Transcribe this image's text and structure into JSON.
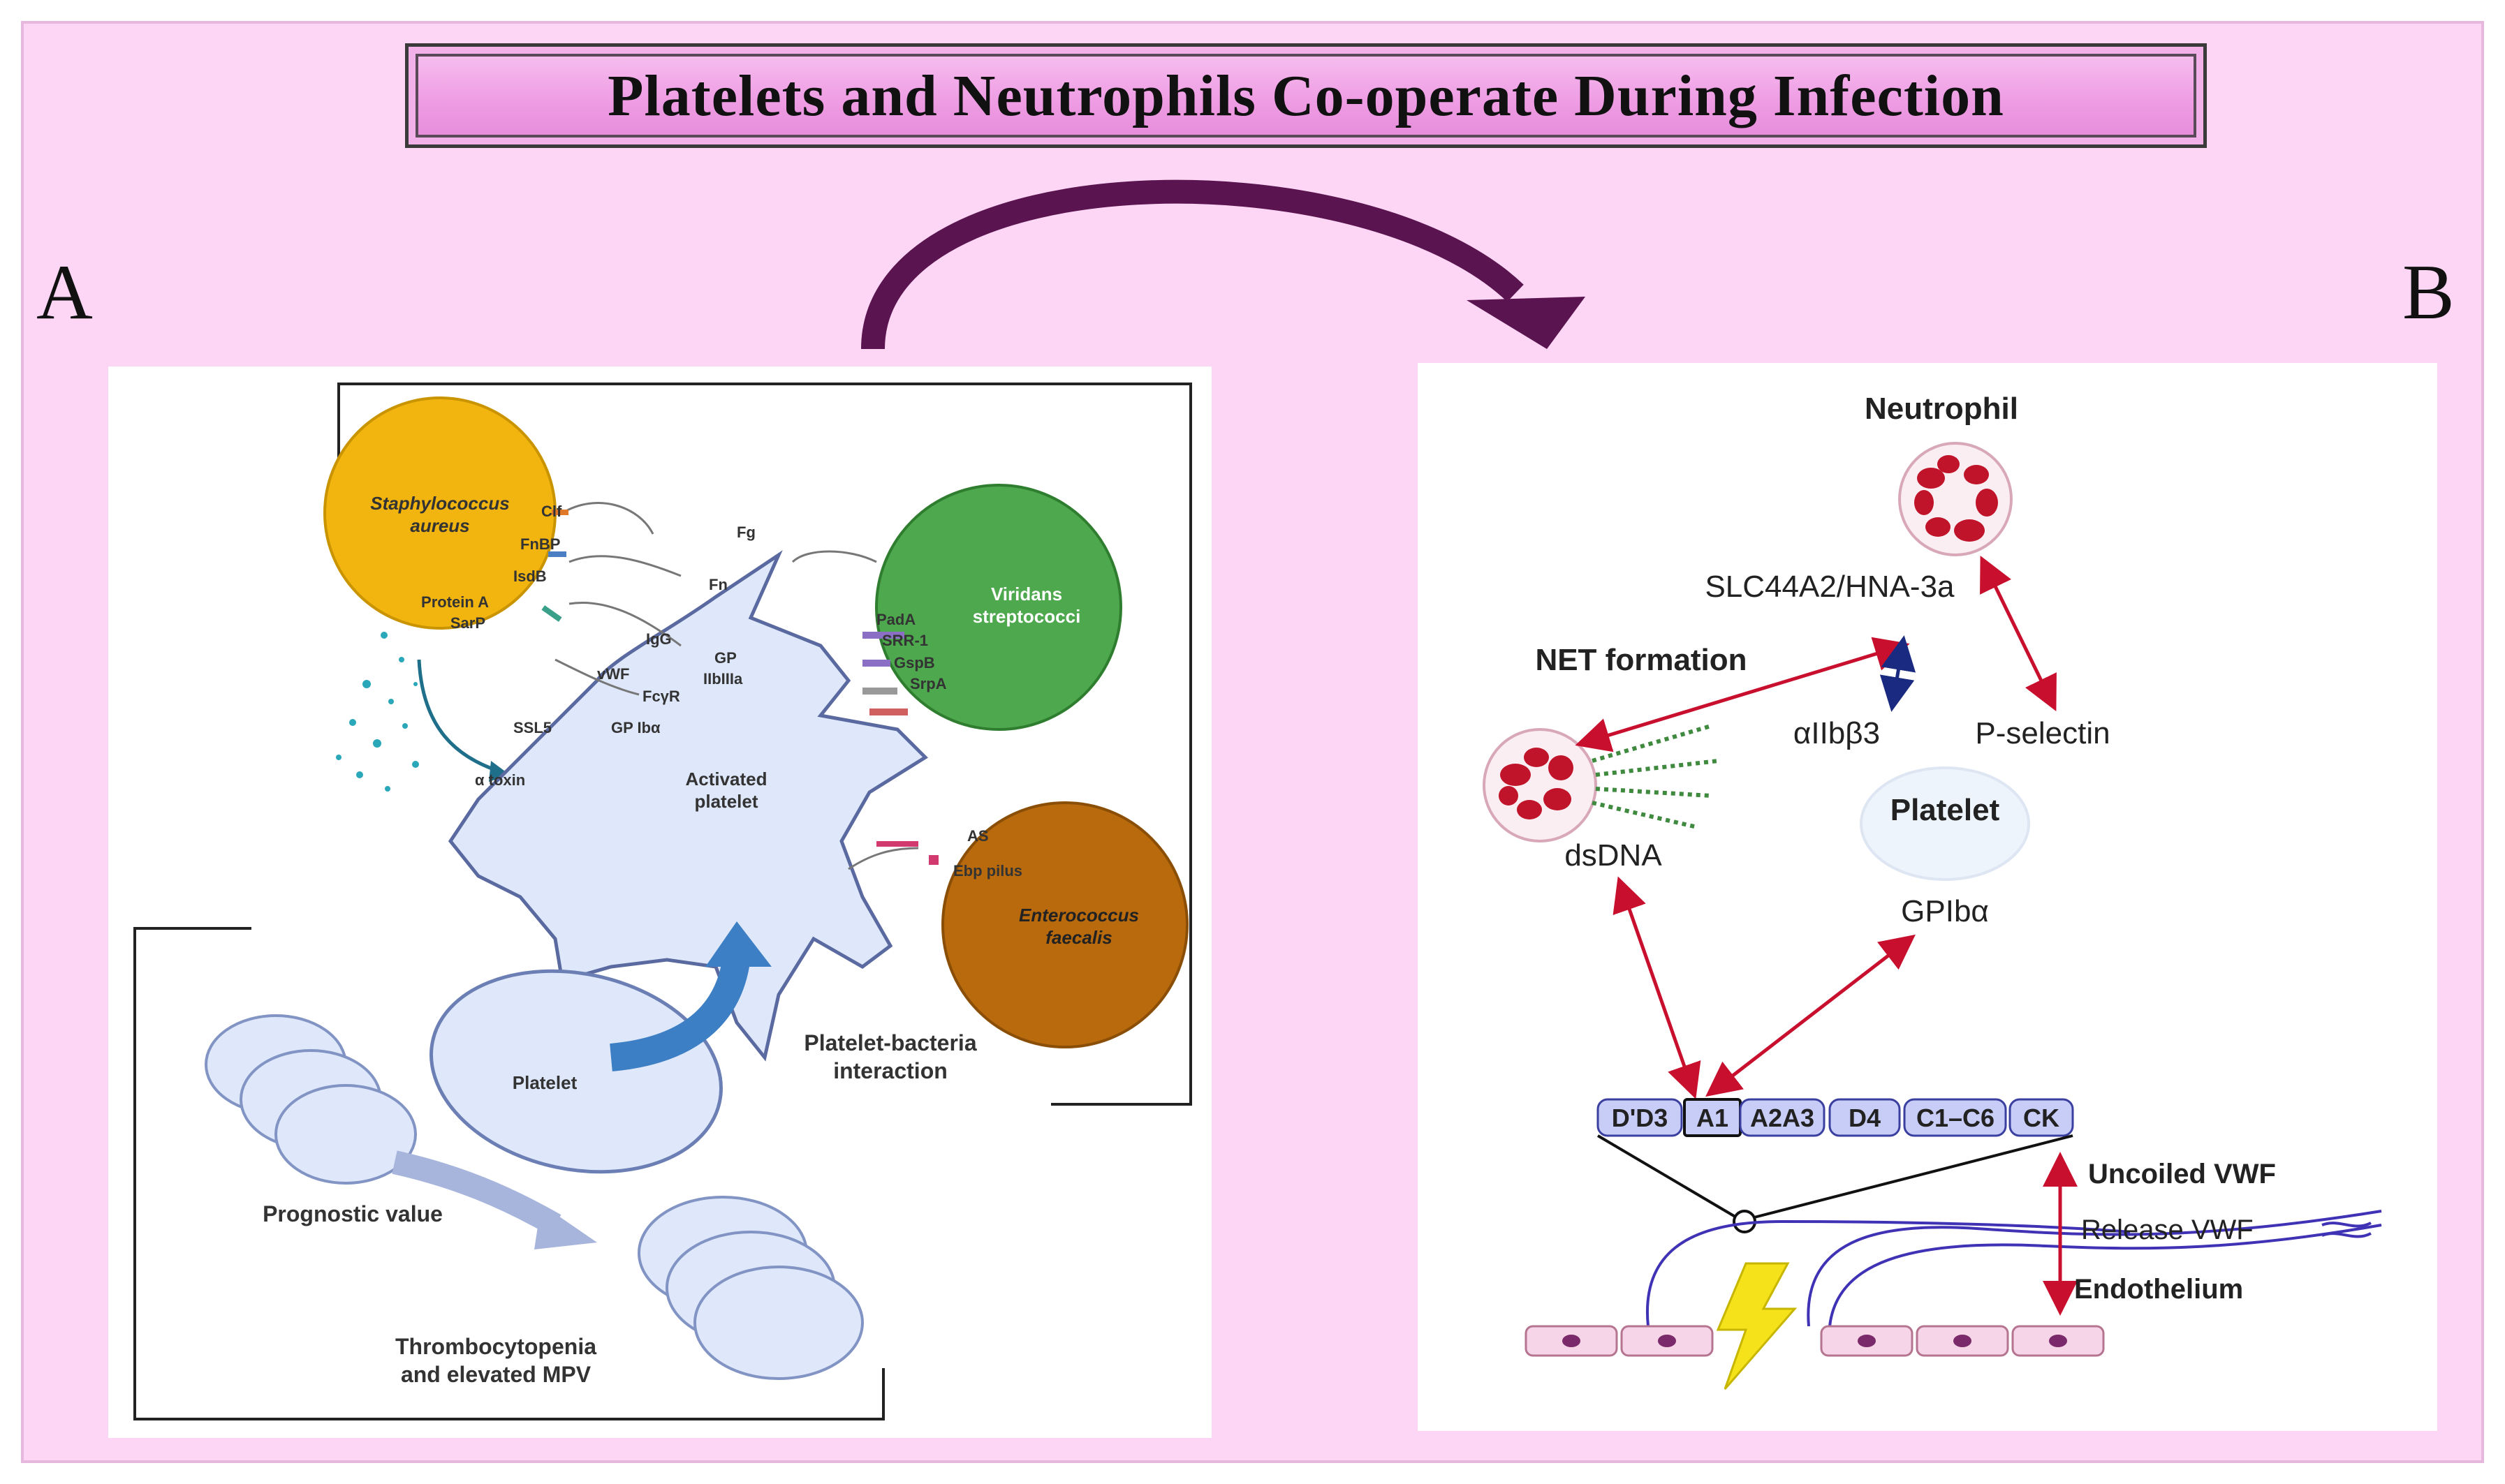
{
  "figure_title": "Platelets and Neutrophils Co-operate During Infection",
  "panel_a": {
    "letter": "A",
    "bacteria": {
      "staph_line1": "Staphylococcus",
      "staph_line2": "aureus",
      "viridans_line1": "Viridans",
      "viridans_line2": "streptococci",
      "entero_line1": "Enterococcus",
      "entero_line2": "faecalis"
    },
    "labels": {
      "clf": "Clf",
      "fnbp": "FnBP",
      "isdb": "IsdB",
      "protein_a": "Protein A",
      "sarp": "SarP",
      "fg": "Fg",
      "fn": "Fn",
      "igg": "IgG",
      "vwf": "vWF",
      "fcgr": "FcγR",
      "gp_iibiiia_1": "GP",
      "gp_iibiiia_2": "IIbIIIa",
      "gp_iba": "GP Ibα",
      "ssl5": "SSL5",
      "alpha_toxin": "α toxin",
      "pada": "PadA",
      "srr1": "SRR-1",
      "gspb": "GspB",
      "srpa": "SrpA",
      "as": "AS",
      "ebp_pilus": "Ebp pilus",
      "activated_platelet_1": "Activated",
      "activated_platelet_2": "platelet",
      "platelet": "Platelet",
      "interaction_1": "Platelet-bacteria",
      "interaction_2": "interaction",
      "prognostic": "Prognostic value",
      "thrombo_1": "Thrombocytopenia",
      "thrombo_2": "and elevated MPV"
    }
  },
  "panel_b": {
    "letter": "B",
    "neutrophil": "Neutrophil",
    "slc": "SLC44A2/HNA-3a",
    "net_formation": "NET formation",
    "aiib": "αIIbβ3",
    "pselectin": "P-selectin",
    "platelet": "Platelet",
    "dsdna": "dsDNA",
    "gpib": "GPIbα",
    "vwf_domains": [
      "D'D3",
      "A1",
      "A2A3",
      "D4",
      "C1–C6",
      "CK"
    ],
    "uncoiled": "Uncoiled VWF",
    "release": "Release VWF",
    "endothelium": "Endothelium"
  },
  "colors": {
    "background": "#fcd6f4",
    "title_fill": "#ef9de4",
    "curve_arrow": "#5a1450",
    "red_arrow": "#c8102e",
    "blue_arrow": "#1a2a80",
    "staph": "#f2b50f",
    "viridans": "#4ea84e",
    "entero": "#b86a0c",
    "platelet_blue": "#dfe8fb",
    "neutrophil_red": "#c0142b",
    "vwf_domain": "#c7cdf7"
  }
}
